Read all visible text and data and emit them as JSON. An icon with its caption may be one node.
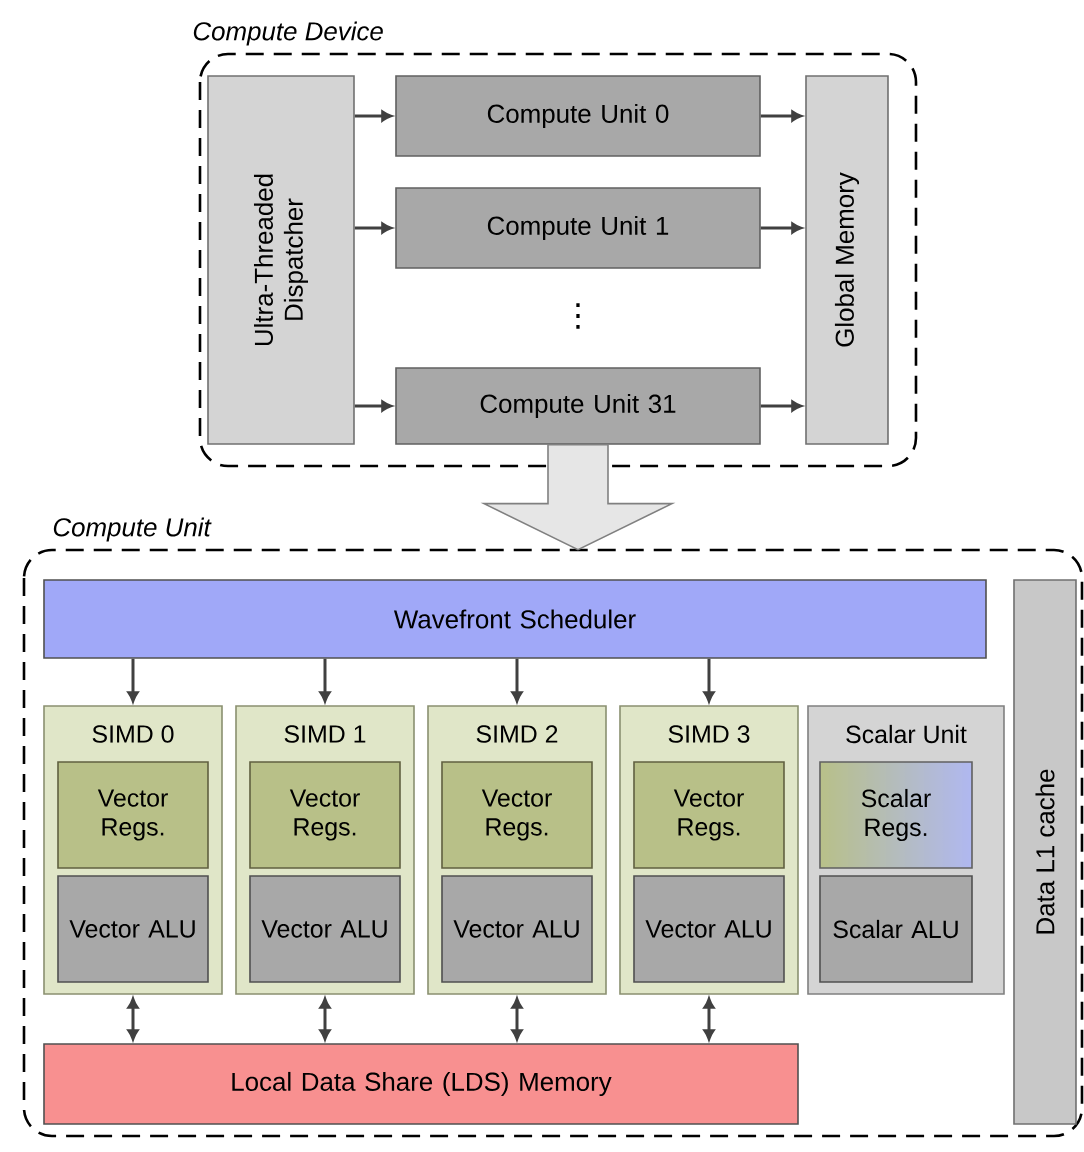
{
  "diagram": {
    "nodes": [
      {
        "text": [
          "Compute Device"
        ]
      },
      {
        "text": [
          "Ultra-Threaded Dispatcher"
        ],
        "in": 0
      },
      {
        "text": [
          "Compute Unit 0"
        ],
        "in": 0
      },
      {
        "text": [
          "Compute Unit 1"
        ],
        "in": 0
      },
      {
        "text": [
          "Compute Unit 31"
        ],
        "in": 0
      },
      {
        "text": [
          "Global Memory"
        ],
        "in": 0
      },
      {
        "text": [
          "Compute Unit"
        ]
      },
      {
        "text": [
          "Wavefront Scheduler"
        ],
        "in": 6
      },
      {
        "text": [
          "SIMD 0"
        ],
        "in": 6
      },
      {
        "text": [
          "Vector Regs."
        ],
        "in": 8
      },
      {
        "text": [
          "Vector ALU"
        ],
        "in": 8
      },
      {
        "text": [
          "SIMD 1"
        ],
        "in": 6
      },
      {
        "text": [
          "Vector Regs."
        ],
        "in": 11
      },
      {
        "text": [
          "Vector ALU"
        ],
        "in": 11
      },
      {
        "text": [
          "SIMD 2"
        ],
        "in": 6
      },
      {
        "text": [
          "Vector Regs."
        ],
        "in": 14
      },
      {
        "text": [
          "Vector ALU"
        ],
        "in": 14
      },
      {
        "text": [
          "SIMD 3"
        ],
        "in": 6
      },
      {
        "text": [
          "Vector Regs."
        ],
        "in": 17
      },
      {
        "text": [
          "Vector ALU"
        ],
        "in": 17
      },
      {
        "text": [
          "Scalar Unit"
        ],
        "in": 6
      },
      {
        "text": [
          "Scalar Regs."
        ],
        "in": 20
      },
      {
        "text": [
          "Scalar ALU"
        ],
        "in": 20
      },
      {
        "text": [
          "Data L1 cache"
        ],
        "in": 6
      },
      {
        "text": [
          "Local Data Share (LDS) Memory"
        ],
        "in": 6
      }
    ],
    "edges": [
      {
        "from": 1,
        "to": 2,
        "arrow": "to"
      },
      {
        "from": 1,
        "to": 3,
        "arrow": "to"
      },
      {
        "from": 1,
        "to": 4,
        "arrow": "to"
      },
      {
        "from": 2,
        "to": 5,
        "arrow": "to"
      },
      {
        "from": 3,
        "to": 5,
        "arrow": "to"
      },
      {
        "from": 4,
        "to": 5,
        "arrow": "to"
      },
      {
        "from": 4,
        "to": 6,
        "arrow": "to",
        "style": "thick",
        "color": "#e6e6e6"
      },
      {
        "from": 7,
        "to": 8,
        "arrow": "to"
      },
      {
        "from": 7,
        "to": 11,
        "arrow": "to"
      },
      {
        "from": 7,
        "to": 14,
        "arrow": "to"
      },
      {
        "from": 7,
        "to": 17,
        "arrow": "to"
      },
      {
        "from": 8,
        "to": 24,
        "arrow": "both"
      },
      {
        "from": 11,
        "to": 24,
        "arrow": "both"
      },
      {
        "from": 14,
        "to": 24,
        "arrow": "both"
      },
      {
        "from": 17,
        "to": 24,
        "arrow": "both"
      }
    ],
    "labels": [
      "⋮"
    ]
  }
}
